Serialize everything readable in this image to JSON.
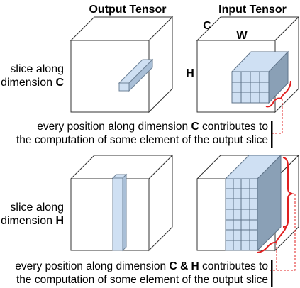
{
  "headers": {
    "output": "Output Tensor",
    "input": "Input Tensor"
  },
  "dimension_labels": {
    "c": "C",
    "w": "W",
    "h": "H"
  },
  "rows": [
    {
      "label_line1": "slice along",
      "label_line2_prefix": "dimension ",
      "label_line2_dim": "C",
      "caption_line1_prefix": "every position along dimension ",
      "caption_line1_dim": "C",
      "caption_line1_suffix": " contributes to",
      "caption_line2": "the computation of some element of the output slice"
    },
    {
      "label_line1": "slice along",
      "label_line2_prefix": "dimension ",
      "label_line2_dim": "H",
      "caption_line1_prefix": "every position along dimension ",
      "caption_line1_dim": "C & H",
      "caption_line1_suffix": " contributes to",
      "caption_line2": "the computation of some element of the output slice"
    }
  ],
  "colors": {
    "slice_fill": "#cfe0f3",
    "slice_side": "#a9bfd7",
    "slice_dark": "#6f8398",
    "brace": "#e02020",
    "outline": "#333333"
  }
}
